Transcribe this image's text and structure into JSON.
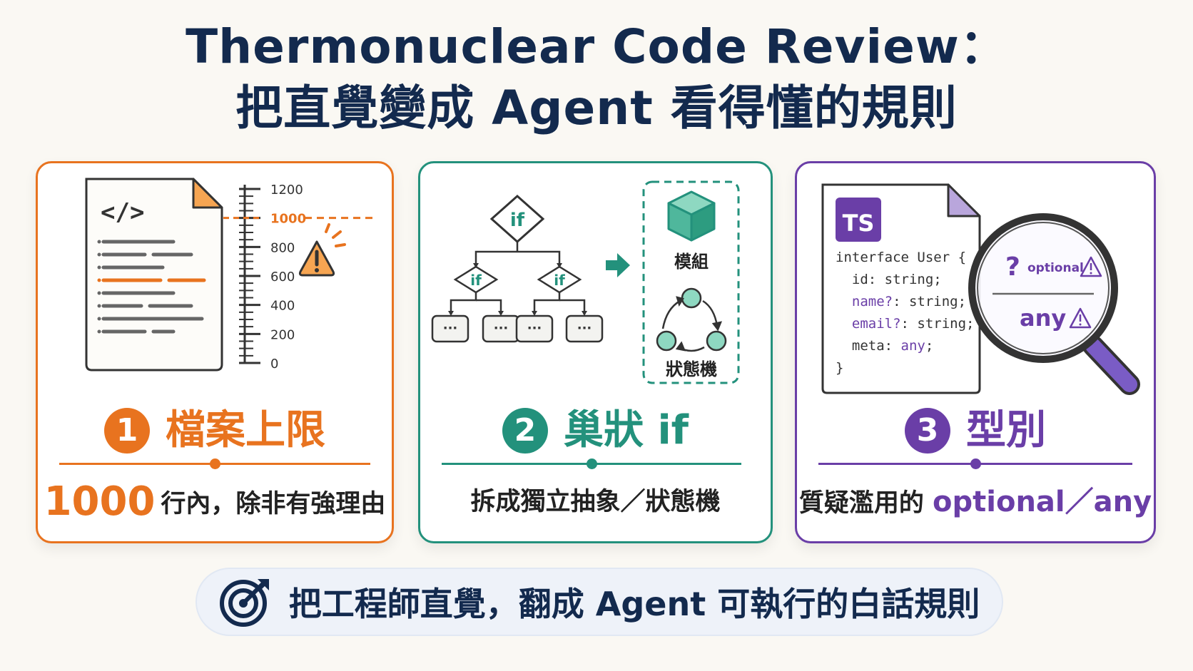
{
  "title": {
    "line1": "Thermonuclear Code Review：",
    "line2": "把直覺變成 Agent 看得懂的規則"
  },
  "colors": {
    "orange": "#e8731f",
    "teal": "#23917c",
    "purple": "#6a3ea7",
    "navy": "#132a4e"
  },
  "cards": [
    {
      "number": "1",
      "heading": "檔案上限",
      "desc_num": "1000",
      "desc_text": "行內，除非有強理由",
      "icon": "code-file-icon",
      "code_glyph": "</>",
      "ruler_ticks": [
        "1200",
        "1000",
        "800",
        "600",
        "400",
        "200",
        "0"
      ],
      "limit_value": 1000,
      "ruler_max": 1200
    },
    {
      "number": "2",
      "heading": "巢狀 if",
      "desc_text": "拆成獨立抽象／狀態機",
      "node_label": "if",
      "leaf_label": "···",
      "module_label": "模組",
      "state_label": "狀態機"
    },
    {
      "number": "3",
      "heading": "型別",
      "desc_text": "質疑濫用的",
      "desc_kw": "optional／any",
      "badge": "TS",
      "code_lines": [
        "interface User {",
        "  id: string;",
        "  name?: string;",
        "  email?: string;",
        "  meta: any;",
        "}"
      ],
      "lens_top": "optional",
      "lens_bottom": "any"
    }
  ],
  "footer": {
    "text": "把工程師直覺，翻成 Agent 可執行的白話規則",
    "icon": "target-icon"
  }
}
